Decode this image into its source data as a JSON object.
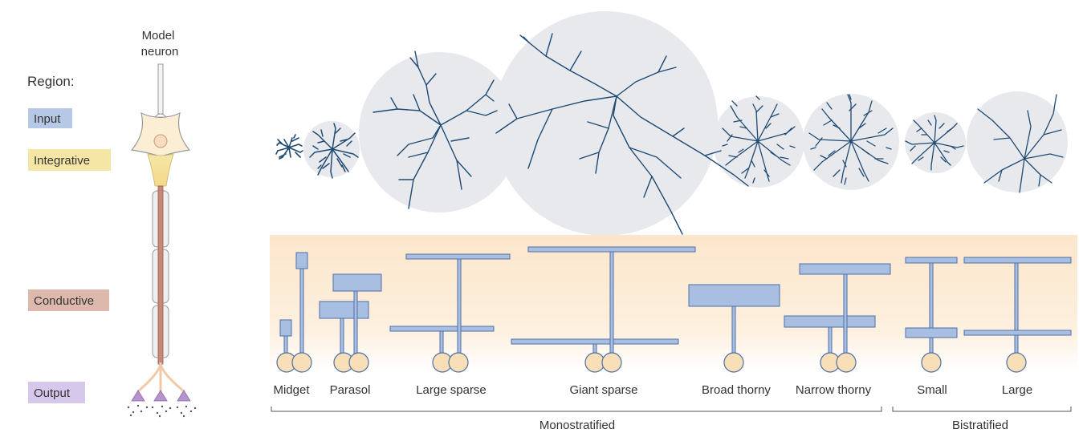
{
  "model_neuron": {
    "label_line1": "Model",
    "label_line2": "neuron"
  },
  "regions": {
    "title": "Region:",
    "input": {
      "label": "Input",
      "color": "#b7c7e6"
    },
    "integrative": {
      "label": "Integrative",
      "color": "#f6e6a6"
    },
    "conductive": {
      "label": "Conductive",
      "color": "#ddb8ad"
    },
    "output": {
      "label": "Output",
      "color": "#d5c8ea"
    }
  },
  "cells": [
    {
      "name": "Midget"
    },
    {
      "name": "Parasol"
    },
    {
      "name": "Large sparse"
    },
    {
      "name": "Giant sparse"
    },
    {
      "name": "Broad thorny"
    },
    {
      "name": "Narrow thorny"
    },
    {
      "name": "Small"
    },
    {
      "name": "Large"
    }
  ],
  "groups": {
    "monostratified": "Monostratified",
    "bistratified": "Bistratified"
  },
  "colors": {
    "dendrite": "#1e4a73",
    "field_circle": "#e8e9ed",
    "stratum_fill": "#a9bfe2",
    "stratum_stroke": "#4e6fa6",
    "soma": "#f8dfb8",
    "band": "#fbe8cf",
    "axon": "#c9877a"
  }
}
